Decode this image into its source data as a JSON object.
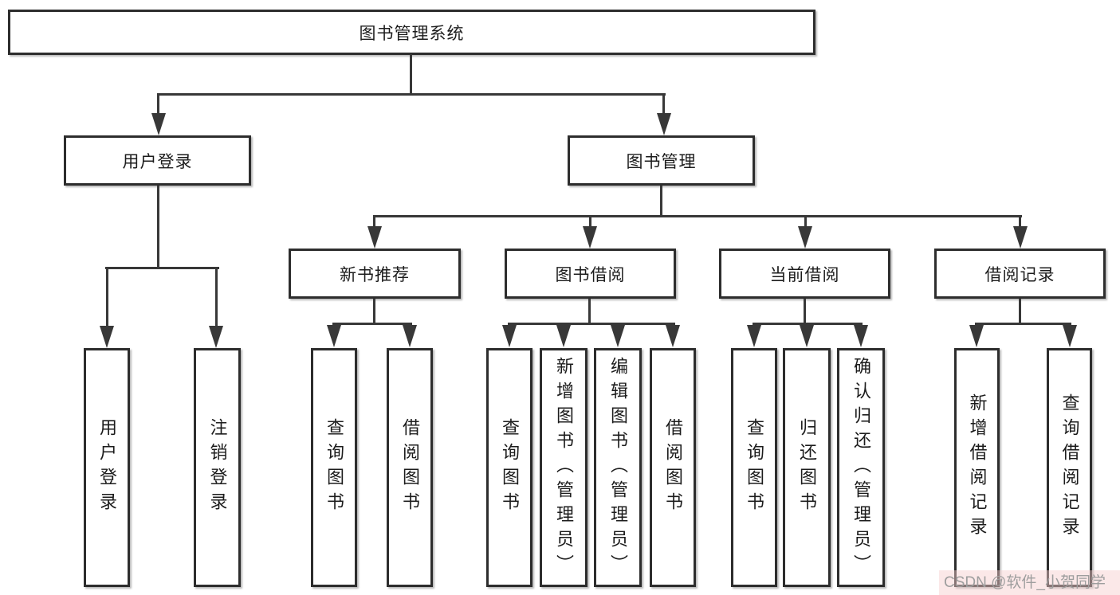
{
  "diagram": {
    "root": {
      "label": "图书管理系统"
    },
    "branches": [
      {
        "label": "用户登录",
        "children": [
          {
            "label": "用户登录"
          },
          {
            "label": "注销登录"
          }
        ]
      },
      {
        "label": "图书管理",
        "children": [
          {
            "label": "新书推荐",
            "children": [
              {
                "label": "查询图书"
              },
              {
                "label": "借阅图书"
              }
            ]
          },
          {
            "label": "图书借阅",
            "children": [
              {
                "label": "查询图书"
              },
              {
                "label": "新增图书（管理员）"
              },
              {
                "label": "编辑图书（管理员）"
              },
              {
                "label": "借阅图书"
              }
            ]
          },
          {
            "label": "当前借阅",
            "children": [
              {
                "label": "查询图书"
              },
              {
                "label": "归还图书"
              },
              {
                "label": "确认归还（管理员）"
              }
            ]
          },
          {
            "label": "借阅记录",
            "children": [
              {
                "label": "新增借阅记录"
              },
              {
                "label": "查询借阅记录"
              }
            ]
          }
        ]
      }
    ]
  },
  "watermark": {
    "text": "CSDN @软件_小贺同学"
  },
  "colors": {
    "line": "#383838",
    "box_border": "#2d2d2d",
    "box_fill": "#ffffff",
    "text": "#1c1c1c",
    "watermark_text": "#9e9e9e",
    "watermark_bg": "#f7cdcd"
  }
}
